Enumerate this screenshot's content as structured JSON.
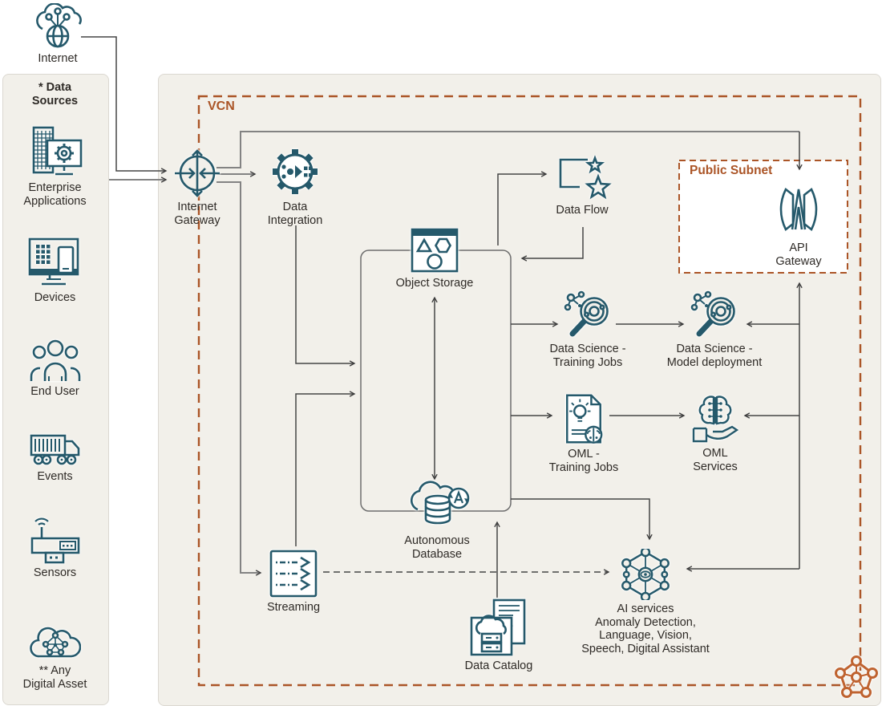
{
  "colors": {
    "icon_teal": "#25596b",
    "vcn_orange": "#ab5527",
    "pentagon_orange": "#bf6330",
    "panel_background": "#f2f0ea",
    "connector_dark": "#454545",
    "connector_gray": "#838383"
  },
  "external": {
    "internet_label": "Internet"
  },
  "sidebar": {
    "title": "* Data\nSources",
    "items": [
      {
        "label": "Enterprise\nApplications"
      },
      {
        "label": "Devices"
      },
      {
        "label": "End User"
      },
      {
        "label": "Events"
      },
      {
        "label": "Sensors"
      },
      {
        "label": "** Any\nDigital Asset"
      }
    ]
  },
  "vcn": {
    "label": "VCN",
    "public_subnet_label": "Public Subnet"
  },
  "nodes": {
    "internet_gateway": "Internet\nGateway",
    "data_integration": "Data\nIntegration",
    "object_storage": "Object Storage",
    "data_flow": "Data Flow",
    "api_gateway": "API\nGateway",
    "data_science_training": "Data Science -\nTraining Jobs",
    "data_science_model": "Data Science -\nModel deployment",
    "oml_training": "OML -\nTraining Jobs",
    "oml_services": "OML\nServices",
    "autonomous_database": "Autonomous\nDatabase",
    "streaming": "Streaming",
    "data_catalog": "Data Catalog",
    "ai_services": "AI services\nAnomaly Detection,\nLanguage, Vision,\nSpeech, Digital Assistant"
  }
}
